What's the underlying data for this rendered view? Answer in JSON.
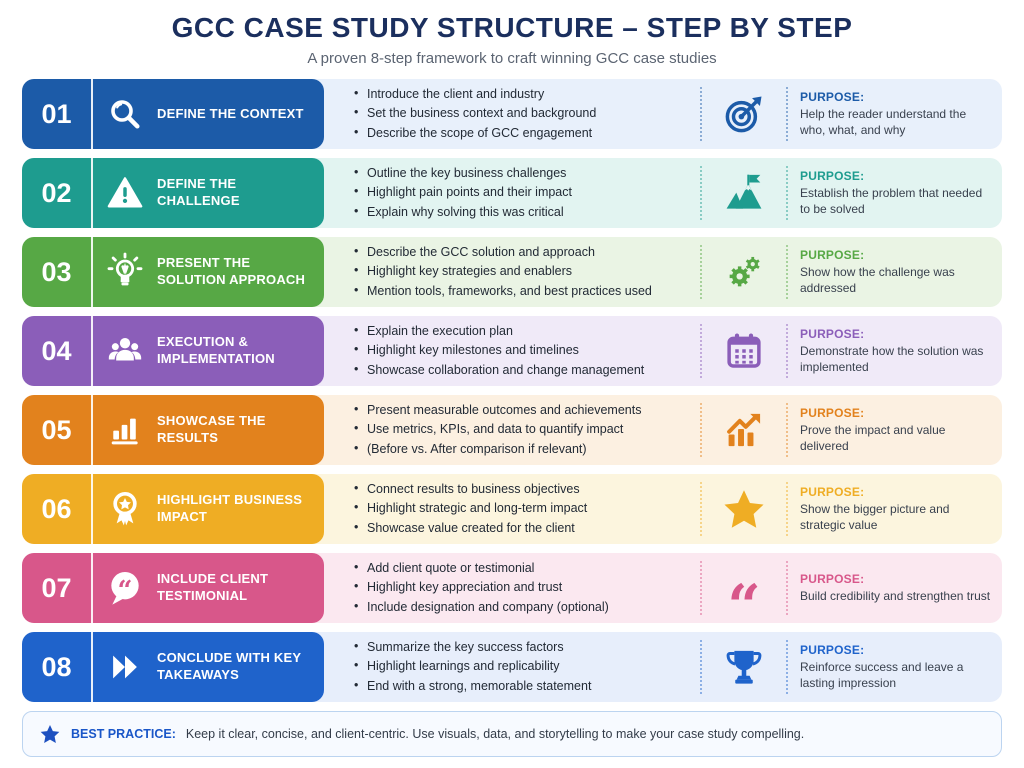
{
  "theme": {
    "title_color": "#1B2F5E",
    "footer_accent": "#1A56C8",
    "footer_border": "#BCD4F0"
  },
  "header": {
    "title": "GCC CASE STUDY STRUCTURE – STEP BY STEP",
    "subtitle": "A proven 8-step framework to craft winning GCC case studies"
  },
  "steps": [
    {
      "number": "01",
      "title": "DEFINE THE CONTEXT",
      "icon": "magnifier-icon",
      "color": "#1C5BA8",
      "tint": "#E8F0FB",
      "bullets": [
        "Introduce the client and industry",
        "Set the business context and background",
        "Describe the scope of GCC engagement"
      ],
      "purpose_icon": "target-icon",
      "purpose_label": "PURPOSE:",
      "purpose": "Help the reader understand the who, what, and why"
    },
    {
      "number": "02",
      "title": "DEFINE THE CHALLENGE",
      "icon": "warning-triangle-icon",
      "color": "#1E9C8F",
      "tint": "#E2F4F1",
      "bullets": [
        "Outline the key business challenges",
        "Highlight pain points and their impact",
        "Explain why solving this was critical"
      ],
      "purpose_icon": "mountain-flag-icon",
      "purpose_label": "PURPOSE:",
      "purpose": "Establish the problem that needed to be solved"
    },
    {
      "number": "03",
      "title": "PRESENT THE SOLUTION APPROACH",
      "icon": "lightbulb-icon",
      "color": "#57A845",
      "tint": "#EAF4E4",
      "bullets": [
        "Describe the GCC solution and approach",
        "Highlight key strategies and enablers",
        "Mention tools, frameworks, and best practices used"
      ],
      "purpose_icon": "gears-icon",
      "purpose_label": "PURPOSE:",
      "purpose": "Show how the challenge was addressed"
    },
    {
      "number": "04",
      "title": "EXECUTION & IMPLEMENTATION",
      "icon": "team-icon",
      "color": "#8B5EB9",
      "tint": "#F0EAF8",
      "bullets": [
        "Explain the execution plan",
        "Highlight key milestones and timelines",
        "Showcase collaboration and change management"
      ],
      "purpose_icon": "calendar-icon",
      "purpose_label": "PURPOSE:",
      "purpose": "Demonstrate how the solution was implemented"
    },
    {
      "number": "05",
      "title": "SHOWCASE THE RESULTS",
      "icon": "bar-chart-icon",
      "color": "#E2821D",
      "tint": "#FCF0E1",
      "bullets": [
        "Present measurable outcomes and achievements",
        "Use metrics, KPIs, and data to quantify impact",
        "(Before vs. After comparison if relevant)"
      ],
      "purpose_icon": "trend-up-icon",
      "purpose_label": "PURPOSE:",
      "purpose": "Prove the impact and value delivered"
    },
    {
      "number": "06",
      "title": "HIGHLIGHT BUSINESS IMPACT",
      "icon": "medal-icon",
      "color": "#EFAD24",
      "tint": "#FCF5DE",
      "bullets": [
        "Connect results to business objectives",
        "Highlight strategic and long-term impact",
        "Showcase value created for the client"
      ],
      "purpose_icon": "star-icon",
      "purpose_label": "PURPOSE:",
      "purpose": "Show the bigger picture and strategic value"
    },
    {
      "number": "07",
      "title": "INCLUDE CLIENT TESTIMONIAL",
      "icon": "speech-quote-icon",
      "color": "#D8578A",
      "tint": "#FBE8F0",
      "bullets": [
        "Add client quote or testimonial",
        "Highlight key appreciation and trust",
        "Include designation and company (optional)"
      ],
      "purpose_icon": "quotes-icon",
      "purpose_label": "PURPOSE:",
      "purpose": "Build credibility and strengthen trust"
    },
    {
      "number": "08",
      "title": "CONCLUDE WITH KEY TAKEAWAYS",
      "icon": "fast-forward-icon",
      "color": "#1F63CB",
      "tint": "#E7EEFB",
      "bullets": [
        "Summarize the key success factors",
        "Highlight learnings and replicability",
        "End with a strong, memorable statement"
      ],
      "purpose_icon": "trophy-icon",
      "purpose_label": "PURPOSE:",
      "purpose": "Reinforce success and leave a lasting impression"
    }
  ],
  "footer": {
    "label": "BEST PRACTICE:",
    "text": "Keep it clear, concise, and client-centric. Use visuals, data, and storytelling to make your case study compelling."
  }
}
